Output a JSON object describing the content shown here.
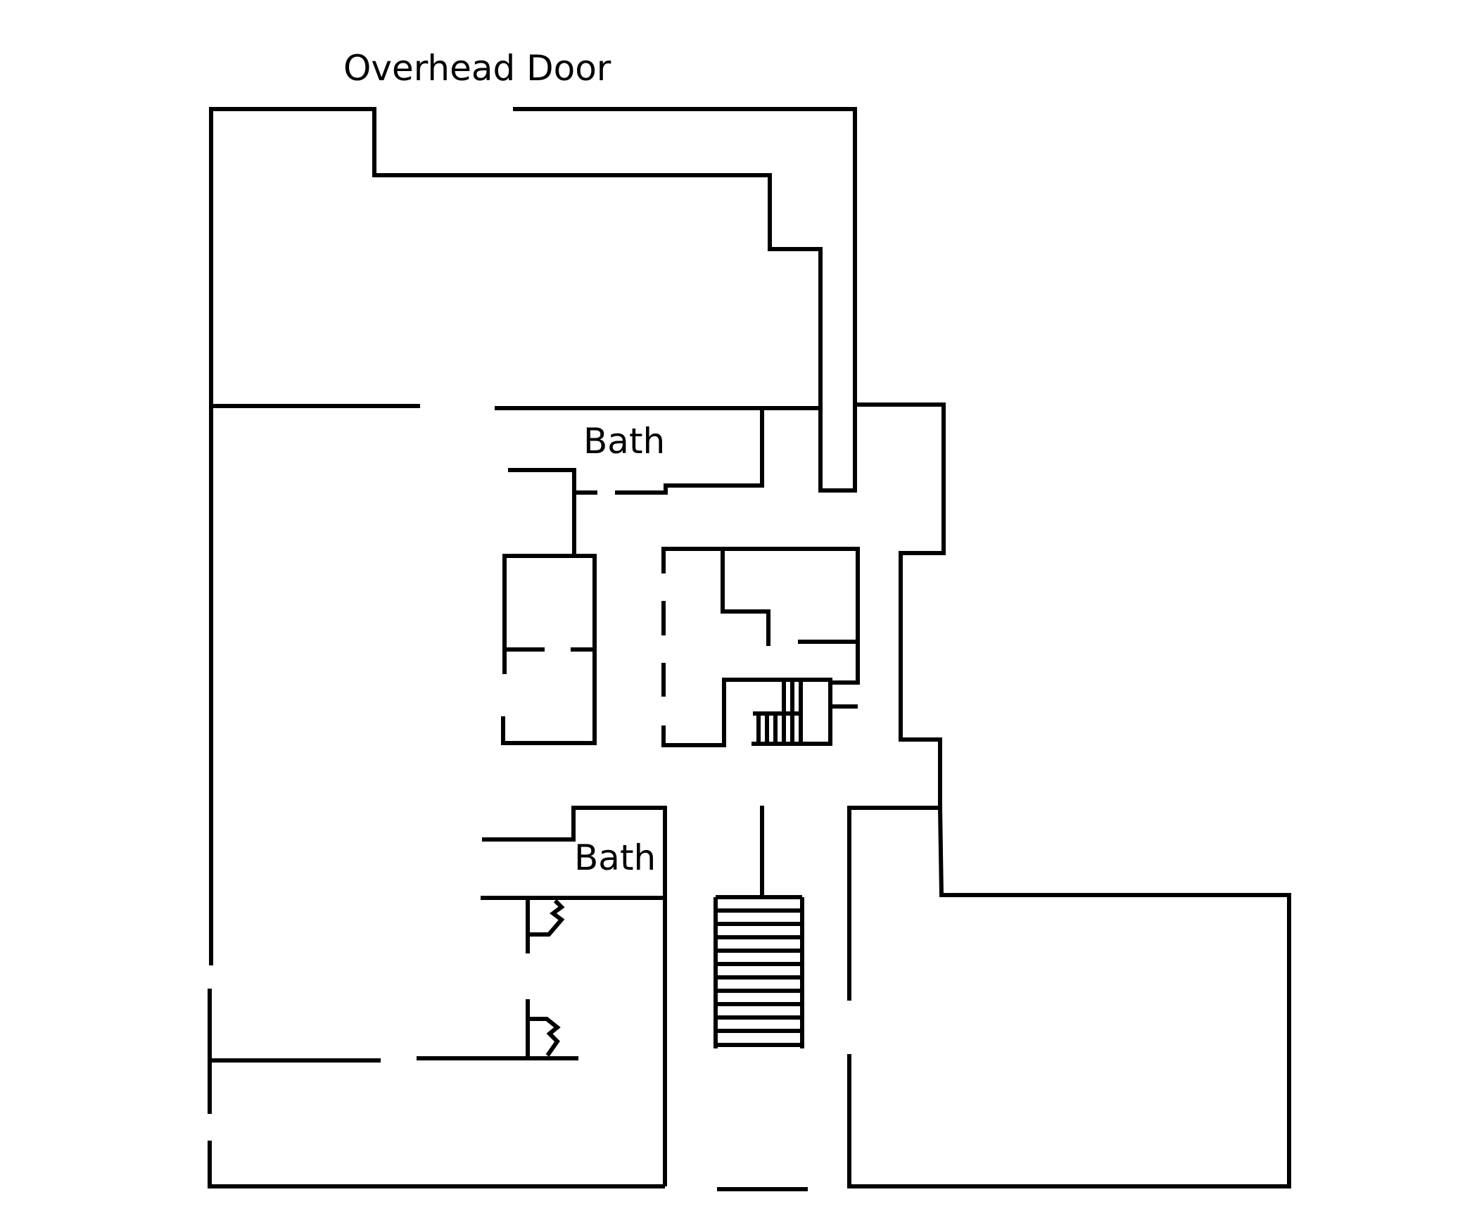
{
  "labels": {
    "overhead_door": "Overhead Door",
    "bath_upper": "Bath",
    "bath_lower": "Bath"
  },
  "colors": {
    "wall": "#000000",
    "background": "#ffffff"
  }
}
